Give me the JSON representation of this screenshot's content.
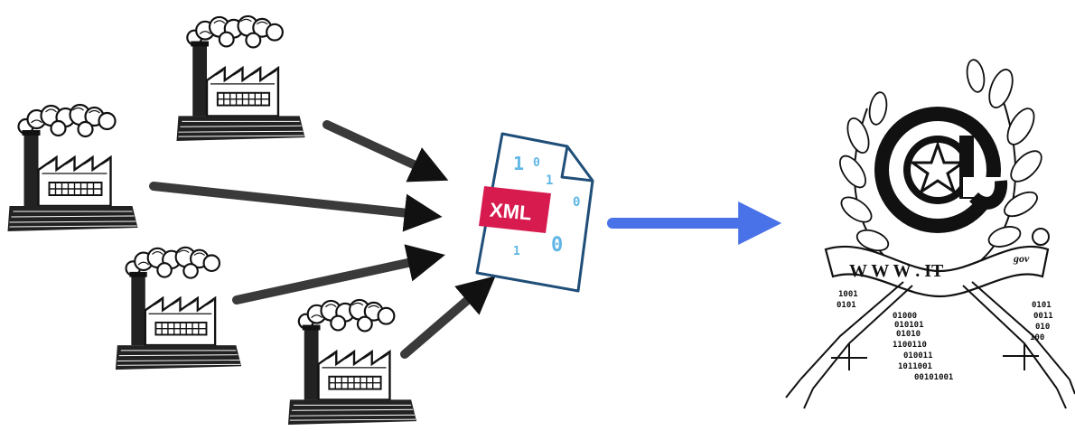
{
  "xml_document": {
    "label": "XML",
    "bits": [
      "1",
      "0",
      "1",
      "0",
      "1",
      "0"
    ],
    "label_color": "#d81b4f",
    "outline_color": "#1f4e79",
    "bits_color": "#5fb6e6"
  },
  "seal": {
    "banner_text": "W W W . IT",
    "gov_text": "gov",
    "binary_lines": [
      "1001",
      "0101",
      "01000",
      "010101",
      "01010",
      "1100110",
      "010011",
      "1011001",
      "00101001",
      "0101",
      "0011",
      "010",
      "100"
    ]
  },
  "arrow_colors": {
    "input": "#3a3a3a",
    "output": "#4a72e8"
  },
  "icons": {
    "factory": "factory-icon",
    "document": "xml-document-icon",
    "seal": "government-seal-icon"
  }
}
